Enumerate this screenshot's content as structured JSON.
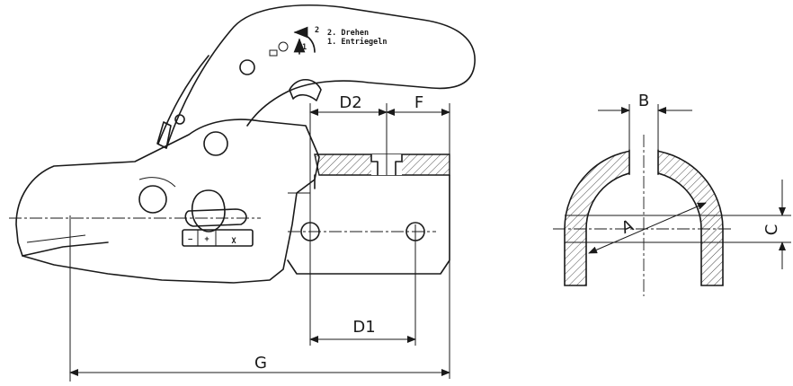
{
  "instructions": {
    "step2": "2. Drehen",
    "step1": "1. Entriegeln",
    "arrow2": "2",
    "arrow1": "1"
  },
  "indicator": {
    "minus": "−",
    "plus": "+",
    "x": "X"
  },
  "dimensions": {
    "D2": "D2",
    "F": "F",
    "D1": "D1",
    "G": "G",
    "B": "B",
    "A": "A",
    "C": "C"
  }
}
